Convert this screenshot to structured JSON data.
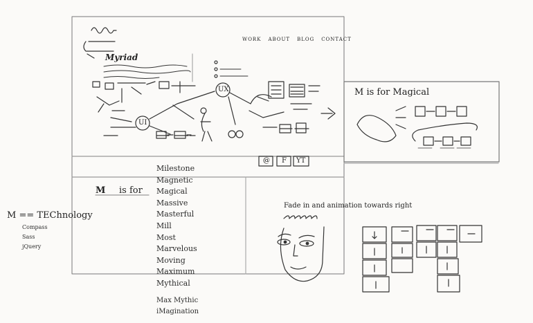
{
  "header": {
    "brand": "Myriad",
    "nav": [
      "WORK",
      "ABOUT",
      "BLOG",
      "CONTACT"
    ]
  },
  "sketch_tags": {
    "ui": "UI",
    "ux": "UX"
  },
  "social": [
    "@",
    "F",
    "YT"
  ],
  "panel_right": {
    "title": "M is for Magical"
  },
  "section_m": {
    "heading": "is for",
    "words": [
      "Milestone",
      "Magnetic",
      "Magical",
      "Massive",
      "Masterful",
      "Mill",
      "Most",
      "Marvelous",
      "Moving",
      "Maximum",
      "Mythical",
      "Max Mythic",
      "iMagination"
    ]
  },
  "technology": {
    "title": "M == TEChnology",
    "items": [
      "Compass",
      "Sass",
      "jQuery"
    ]
  },
  "animation": {
    "note": "Fade in and animation towards right"
  }
}
